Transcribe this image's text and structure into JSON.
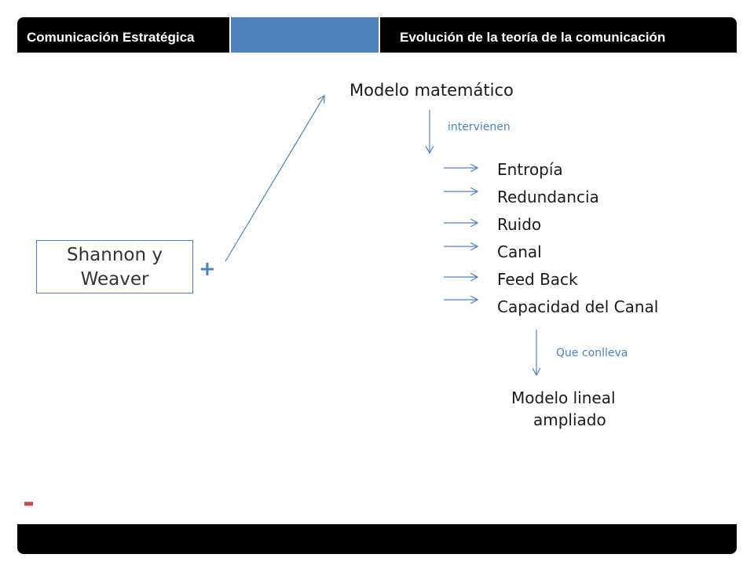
{
  "header": {
    "left_title": "Comunicación Estratégica",
    "right_title": "Evolución de la teoría de la comunicación"
  },
  "diagram": {
    "origin_line1": "Shannon y",
    "origin_line2": "Weaver",
    "plus_symbol": "+",
    "minus_symbol": "-",
    "main_node": "Modelo matemático",
    "connector_label_1": "intervienen",
    "items": [
      "Entropía",
      "Redundancia",
      "Ruido",
      "Canal",
      "Feed Back",
      "Capacidad del Canal"
    ],
    "connector_label_2": "Que conlleva",
    "result_line1": "Modelo lineal",
    "result_line2": "ampliado"
  },
  "colors": {
    "accent": "#4f81bd",
    "bar": "#000000",
    "minus": "#c0504d"
  }
}
